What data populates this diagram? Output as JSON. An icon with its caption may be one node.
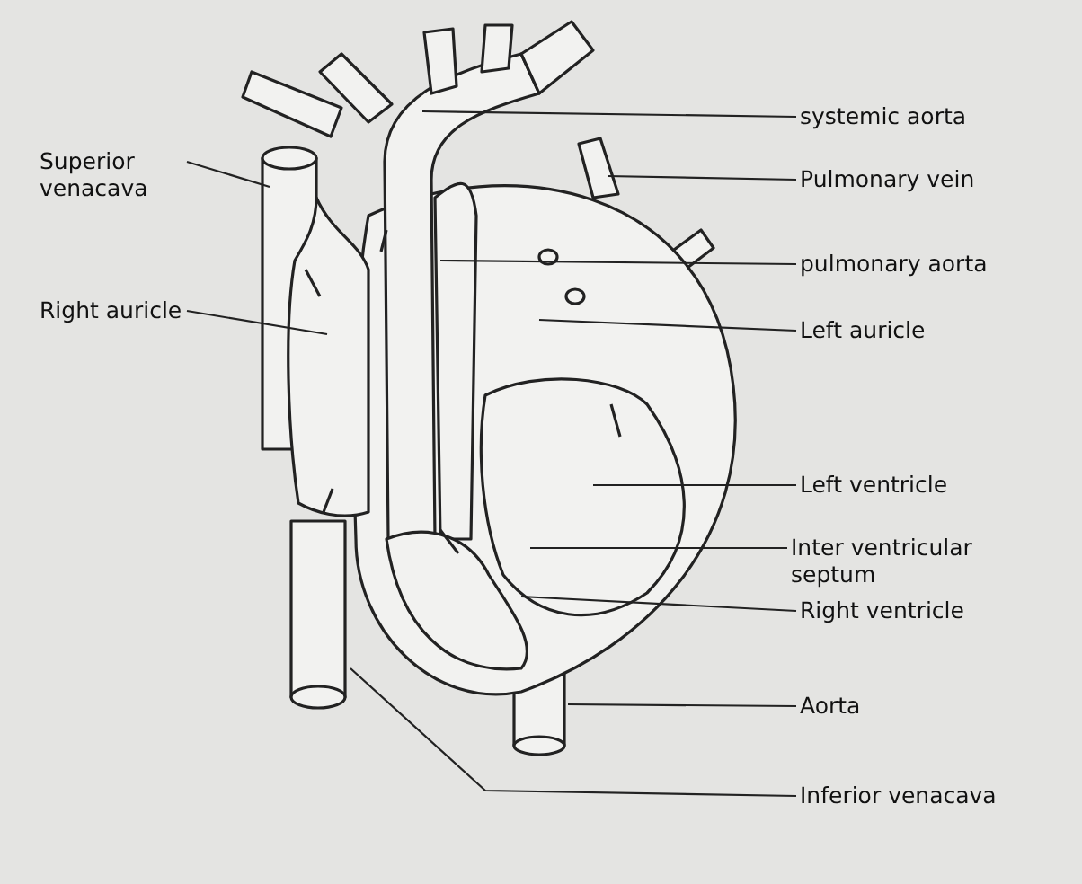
{
  "diagram": {
    "nodes": [
      {
        "text": [
          "systemic aorta"
        ]
      },
      {
        "text": [
          "Superior venacava"
        ]
      },
      {
        "text": [
          "Pulmonary vein"
        ]
      },
      {
        "text": [
          "pulmonary aorta"
        ]
      },
      {
        "text": [
          "Right auricle"
        ]
      },
      {
        "text": [
          "Left auricle"
        ]
      },
      {
        "text": [
          "Left ventricle"
        ]
      },
      {
        "text": [
          "Inter ventricular septum"
        ]
      },
      {
        "text": [
          "Right ventricle"
        ]
      },
      {
        "text": [
          "Aorta"
        ]
      },
      {
        "text": [
          "Inferior venacava"
        ]
      }
    ],
    "edges": [
      {
        "from": 0,
        "to": null,
        "arrow": "none"
      },
      {
        "from": 1,
        "to": null,
        "arrow": "none"
      },
      {
        "from": 2,
        "to": null,
        "arrow": "none"
      },
      {
        "from": 3,
        "to": null,
        "arrow": "none"
      },
      {
        "from": 4,
        "to": null,
        "arrow": "none"
      },
      {
        "from": 5,
        "to": null,
        "arrow": "none"
      },
      {
        "from": 6,
        "to": null,
        "arrow": "none"
      },
      {
        "from": 7,
        "to": null,
        "arrow": "none"
      },
      {
        "from": 8,
        "to": null,
        "arrow": "none"
      },
      {
        "from": 9,
        "to": null,
        "arrow": "none"
      },
      {
        "from": 10,
        "to": null,
        "arrow": "none"
      }
    ]
  }
}
